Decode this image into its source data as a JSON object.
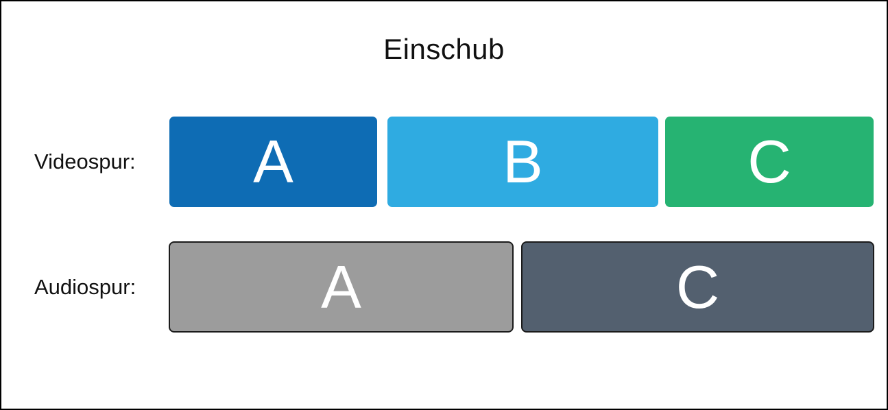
{
  "frame": {
    "background": "#ffffff",
    "border_color": "#000000"
  },
  "title": "Einschub",
  "block_text_color": "#ffffff",
  "label_color": "#111111",
  "tracks": [
    {
      "label": "Videospur:",
      "blocks": [
        {
          "label": "A",
          "color": "#0e6cb4"
        },
        {
          "label": "B",
          "color": "#2fabe1"
        },
        {
          "label": "C",
          "color": "#26b372"
        }
      ]
    },
    {
      "label": "Audiospur:",
      "blocks": [
        {
          "label": "A",
          "color": "#9c9c9c"
        },
        {
          "label": "C",
          "color": "#53606f"
        }
      ]
    }
  ]
}
